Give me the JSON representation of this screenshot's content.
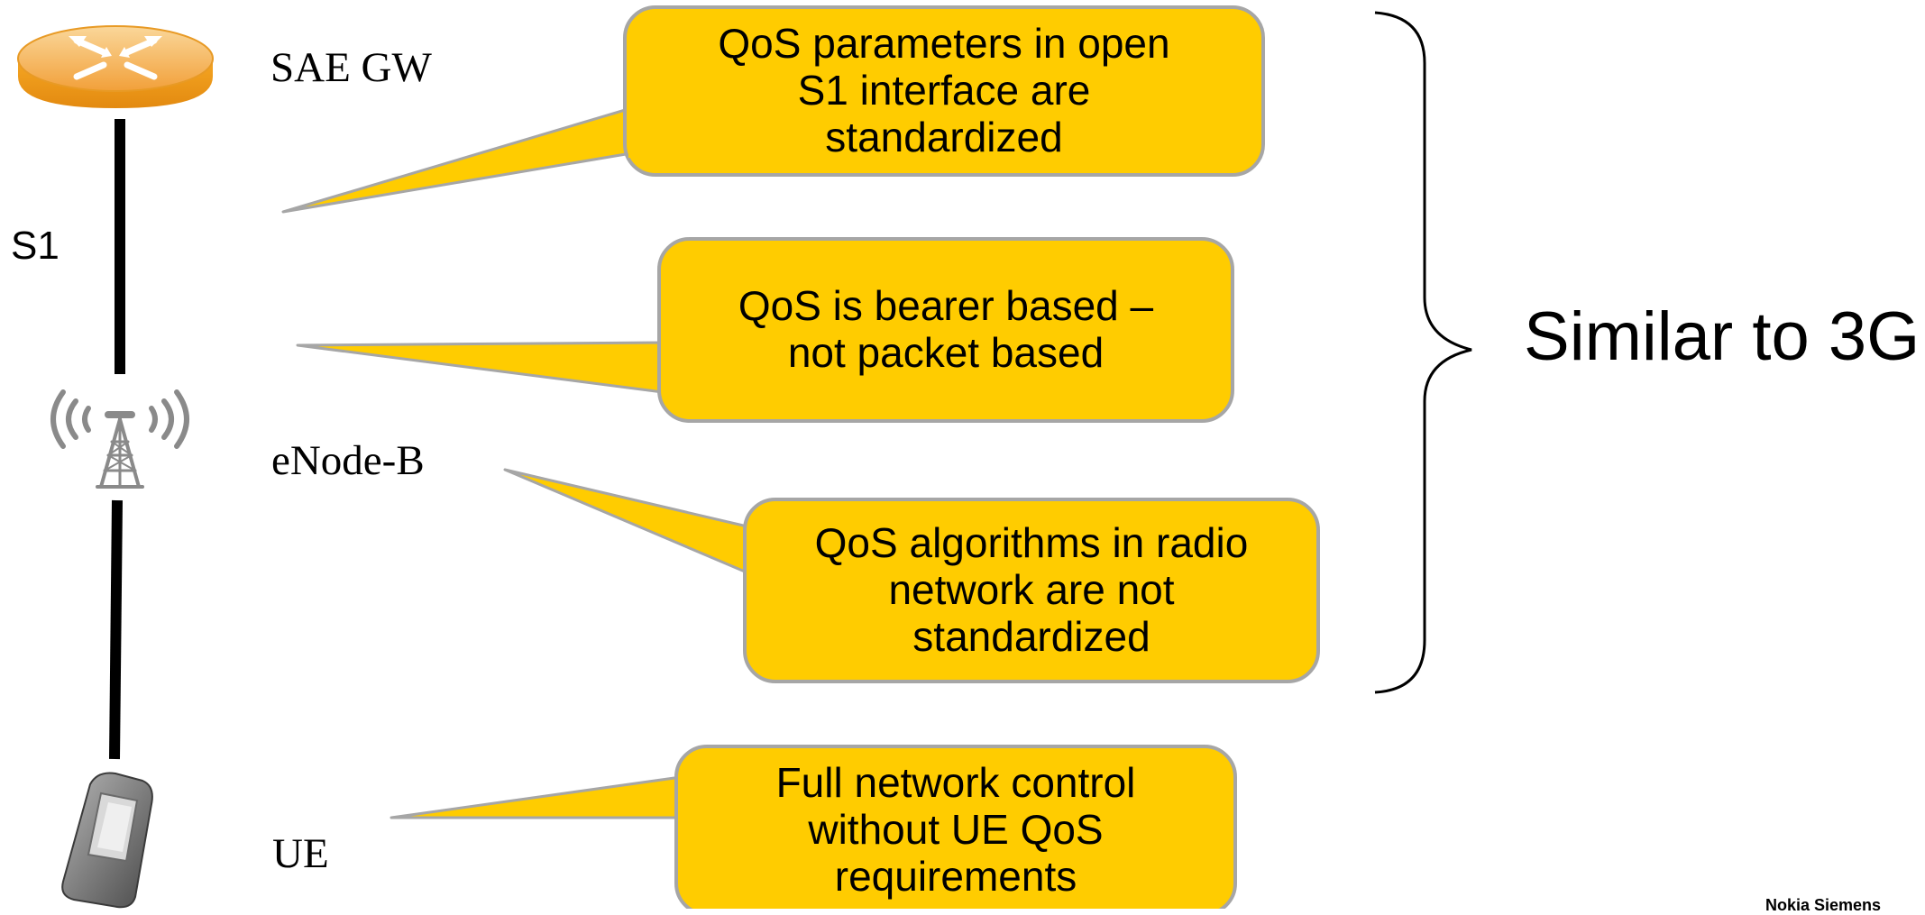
{
  "nodes": {
    "gateway": "SAE GW",
    "base_station": "eNode-B",
    "ue": "UE"
  },
  "interface_label": "S1",
  "callouts": [
    {
      "id": "callout-1",
      "text": "QoS parameters in open S1 interface are standardized"
    },
    {
      "id": "callout-2",
      "text": "QoS is bearer based – not packet based"
    },
    {
      "id": "callout-3",
      "text": "QoS algorithms in radio network are not standardized"
    },
    {
      "id": "callout-4",
      "text": "Full network control without UE QoS requirements"
    }
  ],
  "summary_label": "Similar to 3G",
  "brand_text": "Nokia Siemens",
  "colors": {
    "callout_fill": "#FFCC00",
    "callout_border": "#A6A6A6",
    "router_body": "#F39C12",
    "router_top": "#F7C46A",
    "link_line": "#000000",
    "icon_gray": "#8A8A8A"
  },
  "icons": {
    "gateway": "router-icon",
    "base_station": "antenna-tower-icon",
    "ue": "mobile-phone-icon"
  }
}
